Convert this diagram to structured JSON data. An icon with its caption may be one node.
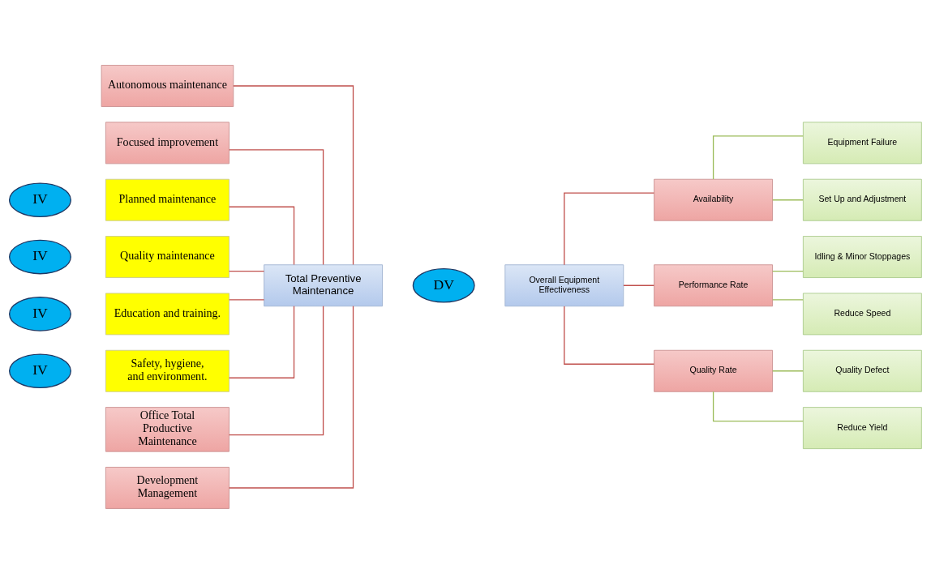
{
  "diagram": {
    "nodes": [
      {
        "text": [
          "Autonomous maintenance"
        ]
      },
      {
        "text": [
          "Focused improvement"
        ]
      },
      {
        "text": [
          "IV"
        ]
      },
      {
        "text": [
          "Planned maintenance"
        ]
      },
      {
        "text": [
          "IV"
        ]
      },
      {
        "text": [
          "Quality maintenance"
        ]
      },
      {
        "text": [
          "IV"
        ]
      },
      {
        "text": [
          "Education and training."
        ]
      },
      {
        "text": [
          "IV"
        ]
      },
      {
        "text": [
          "Safety, hygiene, and environment."
        ]
      },
      {
        "text": [
          "Office Total Productive Maintenance"
        ]
      },
      {
        "text": [
          "Development Management"
        ]
      },
      {
        "text": [
          "Total Preventive Maintenance"
        ]
      },
      {
        "text": [
          "DV"
        ]
      },
      {
        "text": [
          "Overall Equipment Effectiveness"
        ]
      },
      {
        "text": [
          "Availability"
        ]
      },
      {
        "text": [
          "Performance Rate"
        ]
      },
      {
        "text": [
          "Quality Rate"
        ]
      },
      {
        "text": [
          "Equipment Failure"
        ]
      },
      {
        "text": [
          "Set Up and Adjustment"
        ]
      },
      {
        "text": [
          "Idling & Minor Stoppages"
        ]
      },
      {
        "text": [
          "Reduce Speed"
        ]
      },
      {
        "text": [
          "Quality Defect"
        ]
      },
      {
        "text": [
          "Reduce Yield"
        ]
      }
    ],
    "edges": [
      {
        "from": 0,
        "to": 12,
        "arrow": "none"
      },
      {
        "from": 1,
        "to": 12,
        "arrow": "none"
      },
      {
        "from": 3,
        "to": 12,
        "arrow": "none"
      },
      {
        "from": 5,
        "to": 12,
        "arrow": "none"
      },
      {
        "from": 7,
        "to": 12,
        "arrow": "none"
      },
      {
        "from": 9,
        "to": 12,
        "arrow": "none"
      },
      {
        "from": 10,
        "to": 12,
        "arrow": "none"
      },
      {
        "from": 11,
        "to": 12,
        "arrow": "none"
      },
      {
        "from": 14,
        "to": 15,
        "arrow": "none"
      },
      {
        "from": 14,
        "to": 16,
        "arrow": "none"
      },
      {
        "from": 14,
        "to": 17,
        "arrow": "none"
      },
      {
        "from": 15,
        "to": 18,
        "arrow": "none",
        "color": "#9bbb59"
      },
      {
        "from": 15,
        "to": 19,
        "arrow": "none",
        "color": "#9bbb59"
      },
      {
        "from": 16,
        "to": 20,
        "arrow": "none",
        "color": "#9bbb59"
      },
      {
        "from": 16,
        "to": 21,
        "arrow": "none",
        "color": "#9bbb59"
      },
      {
        "from": 17,
        "to": 22,
        "arrow": "none",
        "color": "#9bbb59"
      },
      {
        "from": 17,
        "to": 23,
        "arrow": "none",
        "color": "#9bbb59"
      }
    ]
  }
}
